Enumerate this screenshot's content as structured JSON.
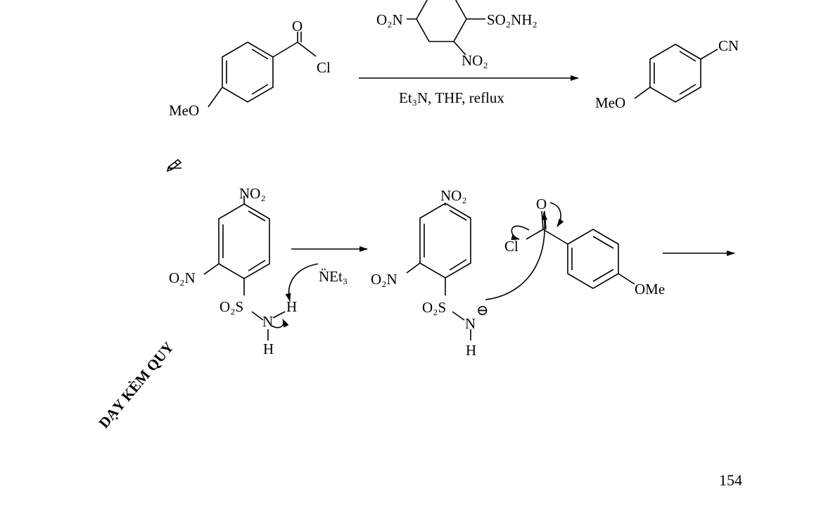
{
  "reaction1": {
    "reactant_labels": {
      "carbonyl_o": "O",
      "chloride": "Cl",
      "methoxy": "MeO"
    },
    "reagent": {
      "left_group": "O₂N",
      "right_group": "SO₂NH₂",
      "bottom_group": "NO₂"
    },
    "conditions": "Et₃N, THF, reflux",
    "product_labels": {
      "nitrile": "CN",
      "methoxy": "MeO"
    }
  },
  "mechanism": {
    "sulfonamide": {
      "top_no2": "NO₂",
      "side_no2": "O₂N",
      "so2": "O₂S",
      "n": "N",
      "h1": "H",
      "h2": "H"
    },
    "base": "N̈Et₃",
    "anion": {
      "top_no2": "NO₂",
      "side_no2": "O₂N",
      "so2": "O₂S",
      "n": "N",
      "charge": "⊖",
      "h": "H"
    },
    "acyl_chloride": {
      "o": "O",
      "cl": "Cl",
      "ome": "OMe"
    }
  },
  "watermark": "DẠY KÈM QUY",
  "page_number": "154",
  "colors": {
    "watermark": "#f20000",
    "ink": "#000000"
  },
  "icons": [
    "pencil-icon"
  ]
}
